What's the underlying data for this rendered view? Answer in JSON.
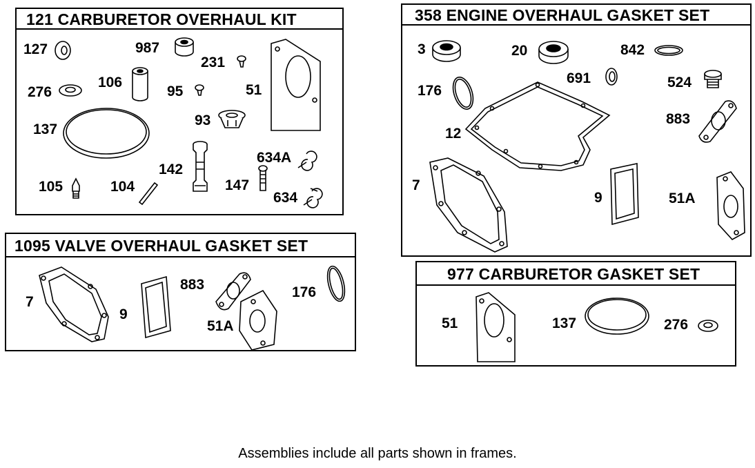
{
  "kits": [
    {
      "id": "carb-overhaul",
      "title": "121 CARBURETOR OVERHAUL KIT",
      "parts": [
        "127",
        "987",
        "231",
        "276",
        "106",
        "95",
        "51",
        "137",
        "93",
        "634A",
        "142",
        "105",
        "104",
        "147",
        "634"
      ]
    },
    {
      "id": "engine-overhaul",
      "title": "358 ENGINE OVERHAUL GASKET SET",
      "parts": [
        "3",
        "20",
        "842",
        "691",
        "524",
        "176",
        "883",
        "12",
        "7",
        "9",
        "51A"
      ]
    },
    {
      "id": "valve-overhaul",
      "title": "1095 VALVE OVERHAUL GASKET SET",
      "parts": [
        "7",
        "9",
        "883",
        "51A",
        "176"
      ]
    },
    {
      "id": "carb-gasket",
      "title": "977 CARBURETOR GASKET SET",
      "parts": [
        "51",
        "137",
        "276"
      ]
    }
  ],
  "footer": "Assemblies include all parts shown in frames."
}
